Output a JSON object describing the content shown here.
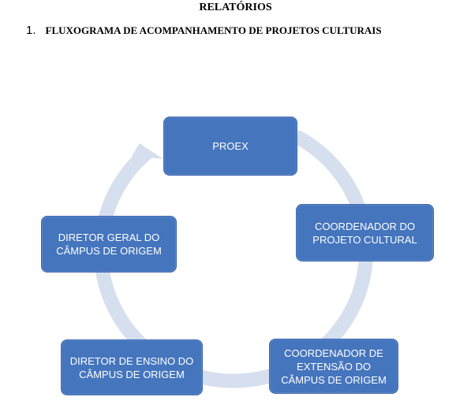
{
  "header": {
    "title": "RELATÓRIOS",
    "section_number": "1.",
    "section_title": "FLUXOGRAMA DE ACOMPANHAMENTO DE PROJETOS CULTURAIS"
  },
  "diagram": {
    "type": "cycle",
    "arrow_color": "#D6DFEE",
    "node_color": "#4575BD",
    "nodes": [
      {
        "label": "PROEX"
      },
      {
        "label": "COORDENADOR DO\nPROJETO CULTURAL"
      },
      {
        "label": "COORDENADOR DE\nEXTENSÃO DO\nCÂMPUS DE ORIGEM"
      },
      {
        "label": "DIRETOR DE ENSINO DO\nCÂMPUS DE ORIGEM"
      },
      {
        "label": "DIRETOR GERAL DO\nCÂMPUS DE ORIGEM"
      }
    ]
  }
}
